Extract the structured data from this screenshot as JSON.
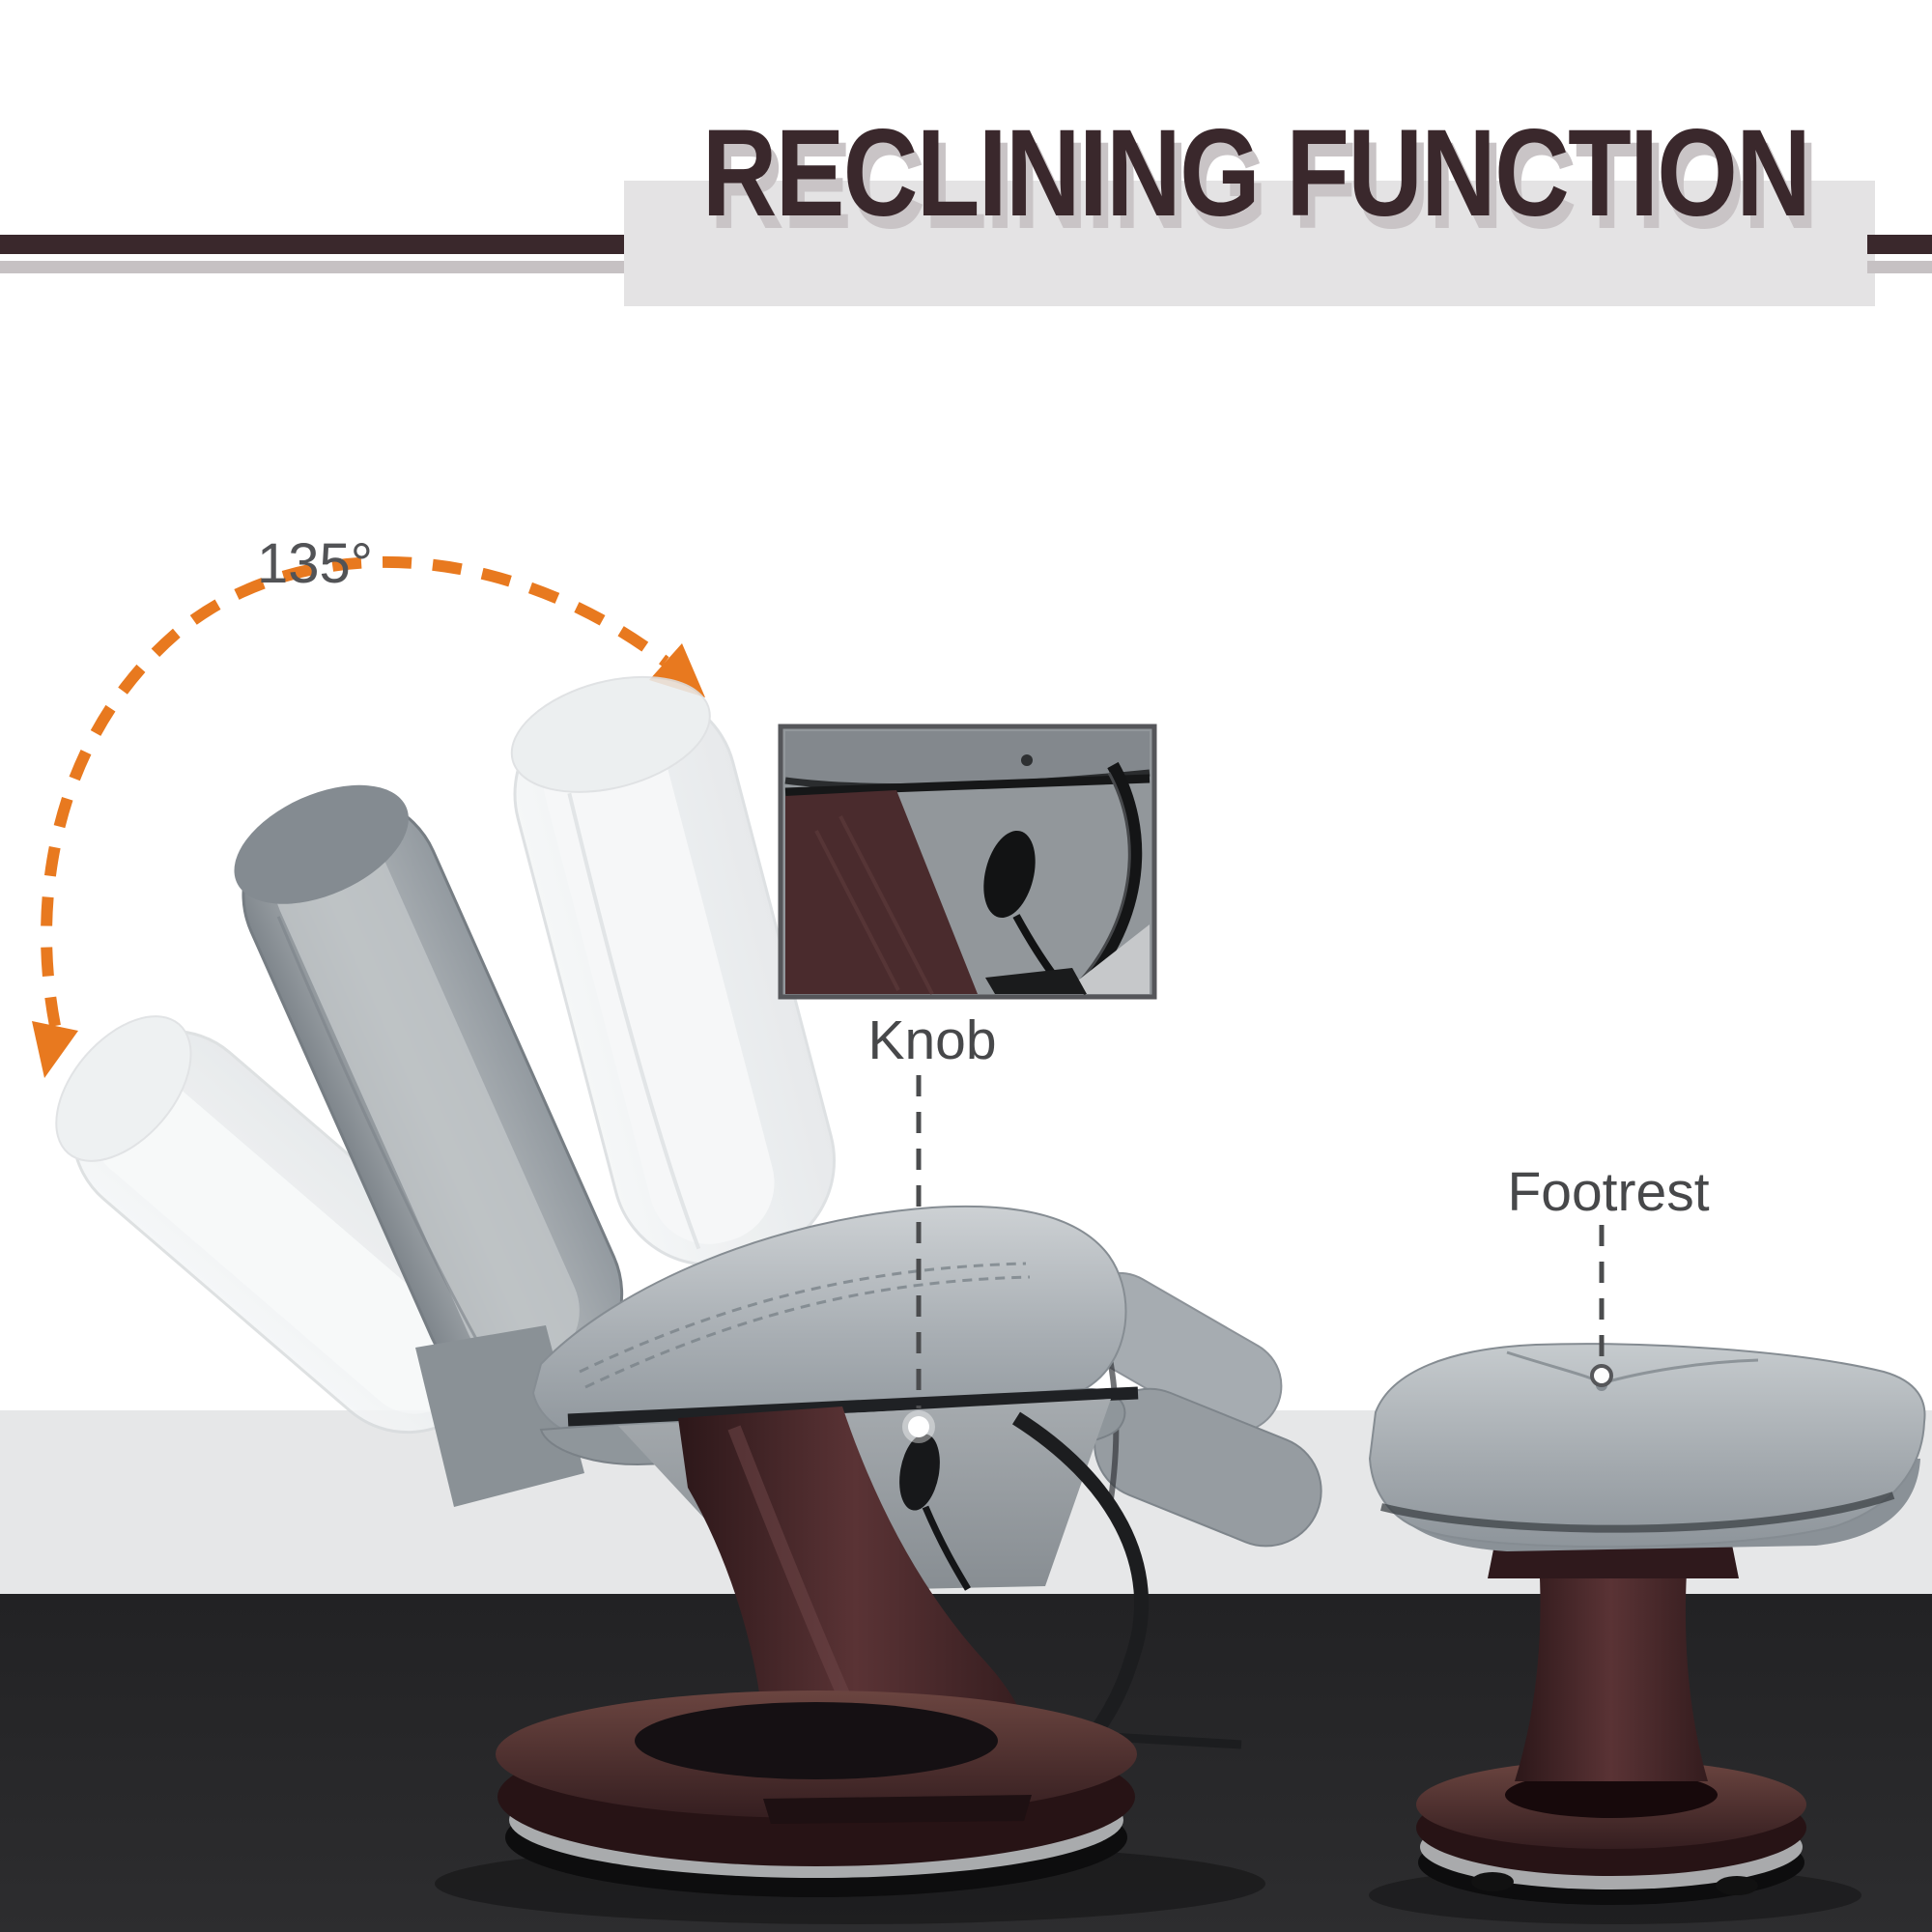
{
  "header": {
    "title": "RECLINING FUNCTION"
  },
  "annotations": {
    "recline_angle": "135°",
    "knob_label": "Knob",
    "footrest_label": "Footrest"
  },
  "colors": {
    "accent_orange": "#E8791F",
    "title_brown": "#3A282C",
    "banner_gray": "#E4E3E4",
    "stripe_dark": "#3A282C",
    "stripe_light": "#C6C1C3",
    "label_gray": "#47484A",
    "wall_gray": "#E6E7E8",
    "floor_dark": "#262628",
    "leather_gray": "#9AA1A6",
    "leather_ghost": "#EFF1F2",
    "wood_mahogany": "#3A2023"
  }
}
